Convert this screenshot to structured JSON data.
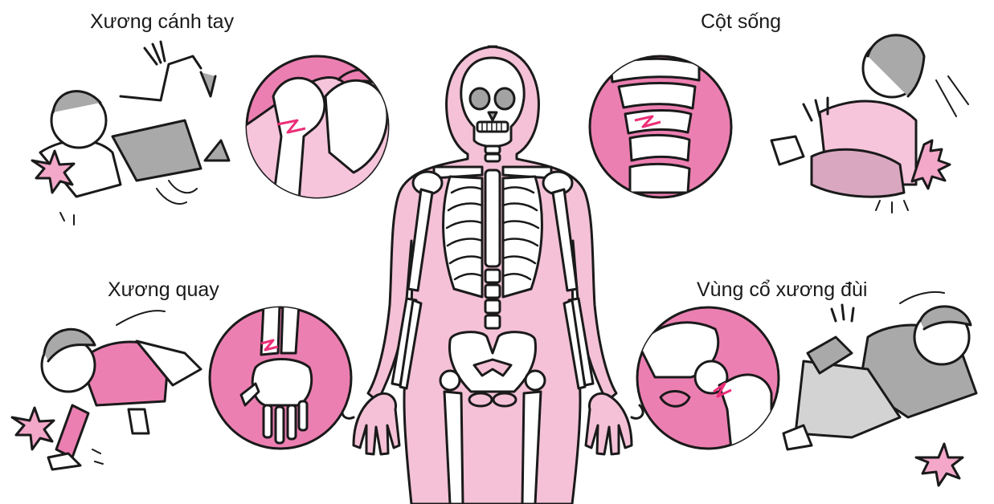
{
  "labels": {
    "upper_arm": "Xương cánh tay",
    "spine": "Cột sống",
    "radius": "Xương quay",
    "hip": "Vùng cổ xương đùi"
  },
  "colors": {
    "accent_pink": "#ec7fb1",
    "body_pink": "#f4c1d6",
    "line": "#1a1a1a",
    "bone": "#ffffff",
    "clothing_grey": "#a9a9a9",
    "clothing_pink": "#f3a8c9"
  }
}
